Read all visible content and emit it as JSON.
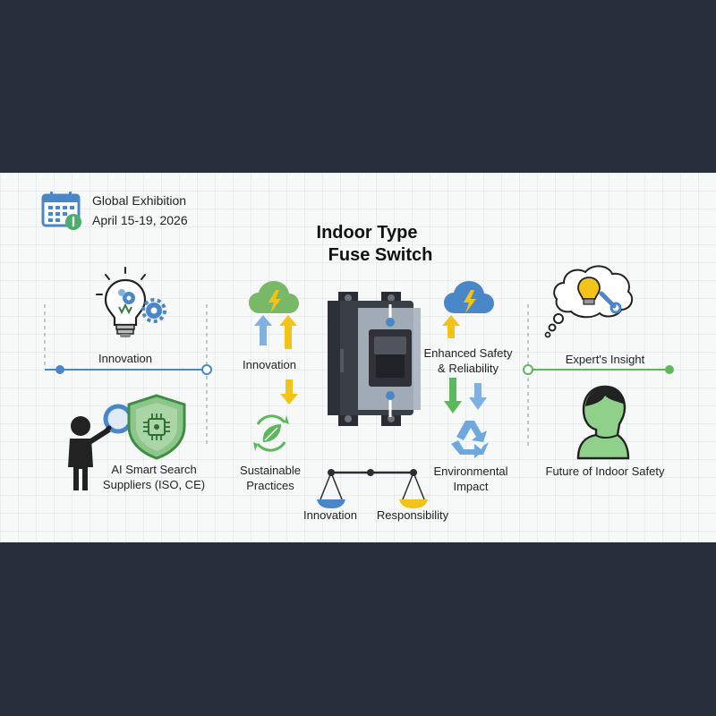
{
  "event": {
    "name": "Global Exhibition",
    "dates": "April 15-19, 2026"
  },
  "title": {
    "line1": "Indoor Type",
    "line2": "Fuse Switch"
  },
  "left": {
    "innovation_label": "Innovation",
    "search_line1": "AI Smart Search",
    "search_line2": "Suppliers (ISO, CE)"
  },
  "center_left": {
    "innovation_label": "Innovation",
    "sustainable_line1": "Sustainable",
    "sustainable_line2": "Practices"
  },
  "center_right": {
    "safety_line1": "Enhanced Safety",
    "safety_line2": "& Reliability",
    "env_line1": "Environmental",
    "env_line2": "Impact"
  },
  "balance": {
    "left_label": "Innovation",
    "right_label": "Responsibility"
  },
  "right": {
    "insight_label": "Expert's Insight",
    "future_label": "Future of Indoor Safety"
  },
  "colors": {
    "blue": "#4a87c9",
    "green": "#5cb85c",
    "yellow": "#f2c318",
    "dark_band": "#262d3b"
  }
}
